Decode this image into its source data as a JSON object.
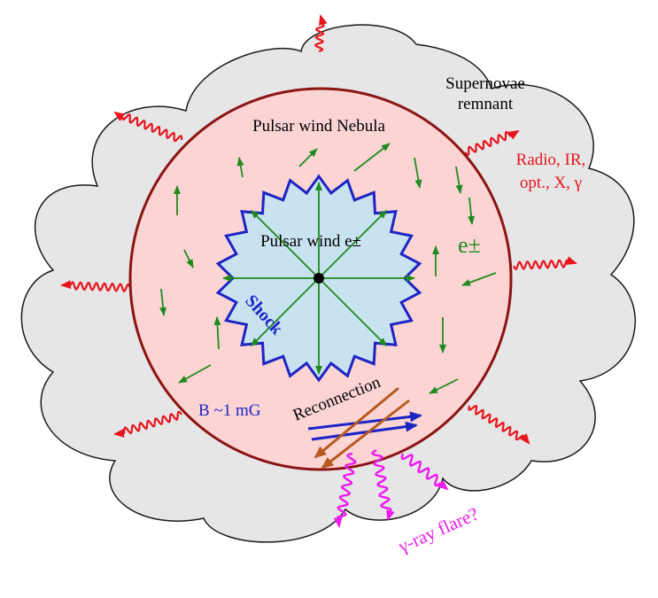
{
  "labels": {
    "snr": [
      "Supernovae",
      "remnant"
    ],
    "pwn": "Pulsar wind Nebula",
    "pulsar_wind": "Pulsar wind e±",
    "shock": "Shock",
    "electrons": "e±",
    "emission": [
      "Radio, IR,",
      "opt., X, γ"
    ],
    "magnetic_field": "B ~1 mG",
    "reconnection": "Reconnection",
    "flare": "γ-ray flare?"
  },
  "colors": {
    "cloud_fill": "#e6e6e6",
    "cloud_stroke": "#1a1a1a",
    "nebula_fill": "#fcd4d4",
    "nebula_stroke": "#8b1414",
    "wind_fill": "#c9e2f0",
    "shock_stroke": "#1c25c4",
    "wind_arrow": "#1f8a1f",
    "field_arrow": "#1f8a1f",
    "emission_wave": "#e8141c",
    "reconnection_blue": "#1c25c4",
    "reconnection_brown": "#b75a20",
    "flare_wave": "#ee1aee",
    "pulsar": "#000000"
  }
}
